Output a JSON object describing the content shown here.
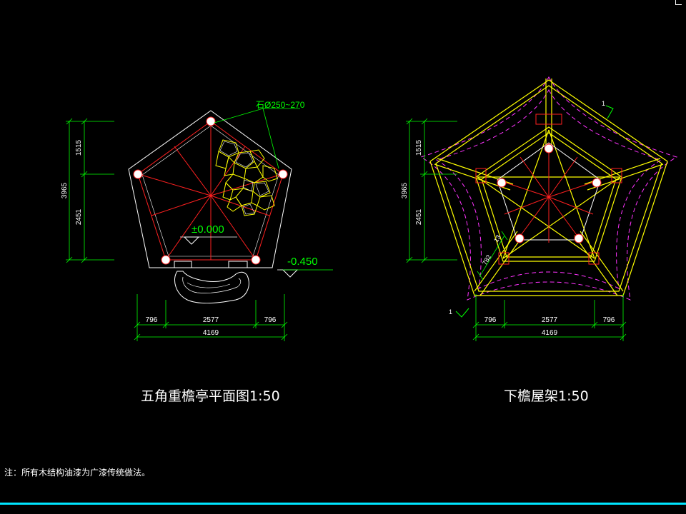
{
  "colors": {
    "background": "#000000",
    "white_line": "#ffffff",
    "red_line": "#ff2020",
    "green_dim": "#00ff00",
    "yellow": "#ffff00",
    "magenta": "#ff33ff",
    "cyan_bar": "#00e5ff"
  },
  "left_plan": {
    "title": "五角重檐亭平面图1:50",
    "stone_label": "石Ø250~270",
    "level_floor": "±0.000",
    "level_ground": "-0.450",
    "dims": {
      "bottom_segments": [
        "796",
        "2577",
        "796"
      ],
      "bottom_total": "4169",
      "left_segments": [
        "1515",
        "2451"
      ],
      "left_total": "3965"
    }
  },
  "right_plan": {
    "title": "下檐屋架1:50",
    "small_dims": [
      "782",
      "13"
    ],
    "section_marks": [
      "1",
      "1"
    ],
    "dims": {
      "bottom_segments": [
        "796",
        "2577",
        "796"
      ],
      "bottom_total": "4169",
      "left_segments": [
        "1515",
        "2451"
      ],
      "left_total": "3965"
    }
  },
  "note": "注：所有木结构油漆为广漆传统做法。"
}
